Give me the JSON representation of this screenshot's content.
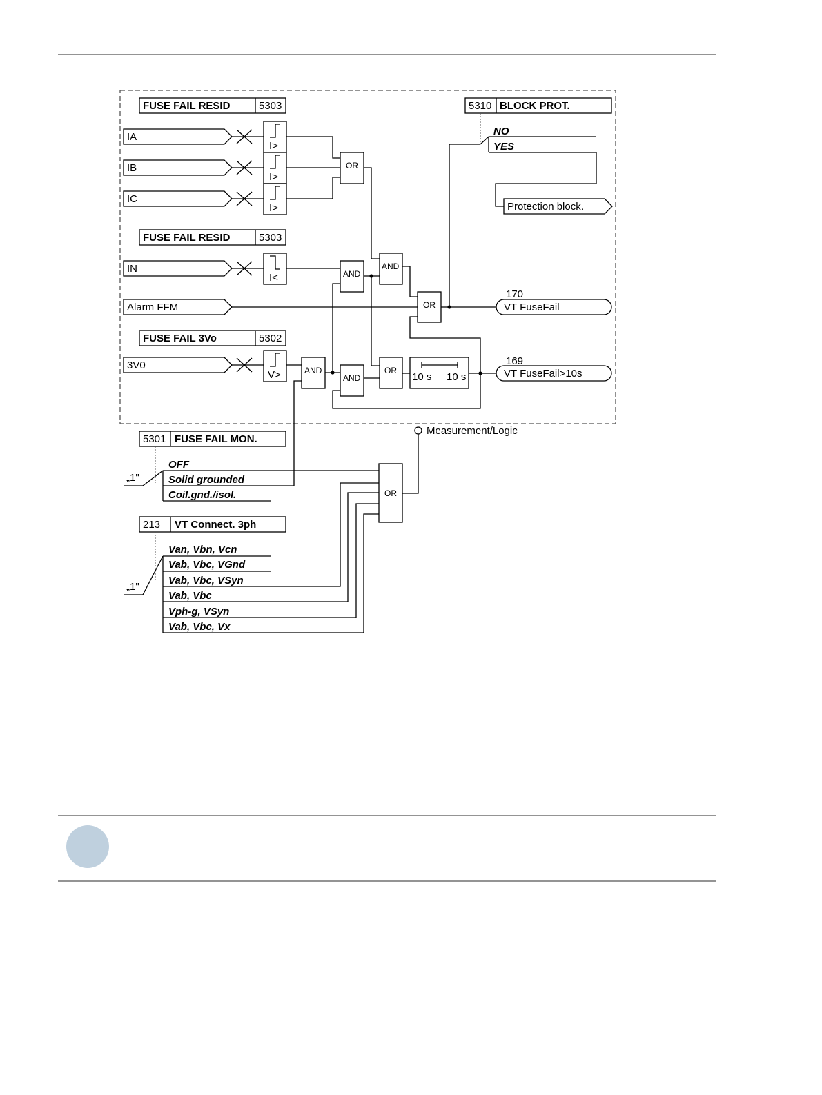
{
  "settings": {
    "fuse_fail_resid_1": {
      "label": "FUSE FAIL RESID",
      "addr": "5303"
    },
    "fuse_fail_resid_2": {
      "label": "FUSE FAIL RESID",
      "addr": "5303"
    },
    "fuse_fail_3vo": {
      "label": "FUSE FAIL 3Vo",
      "addr": "5302"
    },
    "block_prot": {
      "addr": "5310",
      "label": "BLOCK PROT."
    },
    "fuse_fail_mon": {
      "addr": "5301",
      "label": "FUSE FAIL MON."
    },
    "vt_connect": {
      "addr": "213",
      "label": "VT Connect. 3ph"
    }
  },
  "inputs": {
    "ia": "IA",
    "ib": "IB",
    "ic": "IC",
    "in": "IN",
    "alarm_ffm": "Alarm FFM",
    "v0": "3V0"
  },
  "thresholds": {
    "ia": "I>",
    "ib": "I>",
    "ic": "I>",
    "in": "I<",
    "v0": "V>"
  },
  "gates": {
    "or1": "OR",
    "and1": "AND",
    "and2": "AND",
    "or2": "OR",
    "and3": "AND",
    "and4": "AND",
    "or3": "OR",
    "or4": "OR"
  },
  "timer": {
    "t1": "10 s",
    "t2": "10 s"
  },
  "block_options": {
    "no": "NO",
    "yes": "YES"
  },
  "outputs": {
    "protection_block": "Protection block.",
    "vt_fusefail_num": "170",
    "vt_fusefail": "VT FuseFail",
    "vt_fusefail10_num": "169",
    "vt_fusefail10": "VT FuseFail>10s"
  },
  "measurement_logic": "Measurement/Logic",
  "mon_options": {
    "off": "OFF",
    "solid": "Solid grounded",
    "coil": "Coil.gnd./isol.",
    "switch_mark": "„1\""
  },
  "vt_options": {
    "o1": "Van, Vbn, Vcn",
    "o2": "Vab, Vbc, VGnd",
    "o3": "Vab, Vbc, VSyn",
    "o4": "Vab, Vbc",
    "o5": "Vph-g, VSyn",
    "o6": "Vab, Vbc, Vx",
    "switch_mark": "„1\""
  },
  "colors": {
    "note_circle": "#bfd0de"
  }
}
